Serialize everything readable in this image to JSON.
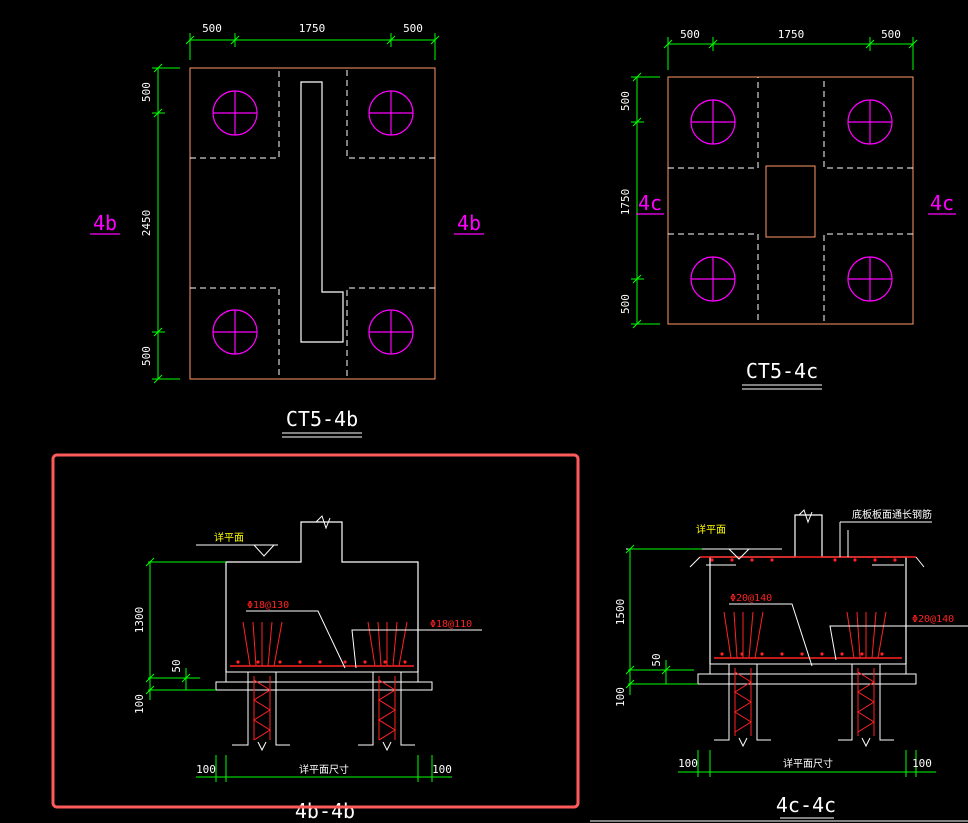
{
  "ct5_4b": {
    "dims_top": [
      "500",
      "1750",
      "500"
    ],
    "dims_left": [
      "500",
      "2450",
      "500"
    ],
    "section_mark": "4b",
    "title": "CT5-4b"
  },
  "ct5_4c": {
    "dims_top": [
      "500",
      "1750",
      "500"
    ],
    "dims_left": [
      "500",
      "1750",
      "500"
    ],
    "section_mark": "4c",
    "title": "CT5-4c"
  },
  "sec_4b": {
    "level_label": "详平面",
    "height_dim": "1300",
    "dim_50": "50",
    "dim_100": "100",
    "rebar_left": "Φ18@130",
    "rebar_right": "Φ18@110",
    "bottom_left": "100",
    "bottom_mid": "详平面尺寸",
    "bottom_right": "100",
    "title": "4b-4b"
  },
  "sec_4c": {
    "level_label": "详平面",
    "note": "底板板面通长钢筋",
    "height_dim": "1500",
    "dim_50": "50",
    "dim_100": "100",
    "rebar_left": "Φ20@140",
    "rebar_right": "Φ20@140",
    "bottom_left": "100",
    "bottom_mid": "详平面尺寸",
    "bottom_right": "100",
    "title": "4c-4c"
  },
  "colors": {
    "background": "#000000",
    "outline": "#ffffff",
    "dimension": "#00ff00",
    "pile": "#ff00ff",
    "cap_edge": "#ff9966",
    "rebar": "#ff2222",
    "label": "#ffff00",
    "selection": "#ff5a5a"
  }
}
